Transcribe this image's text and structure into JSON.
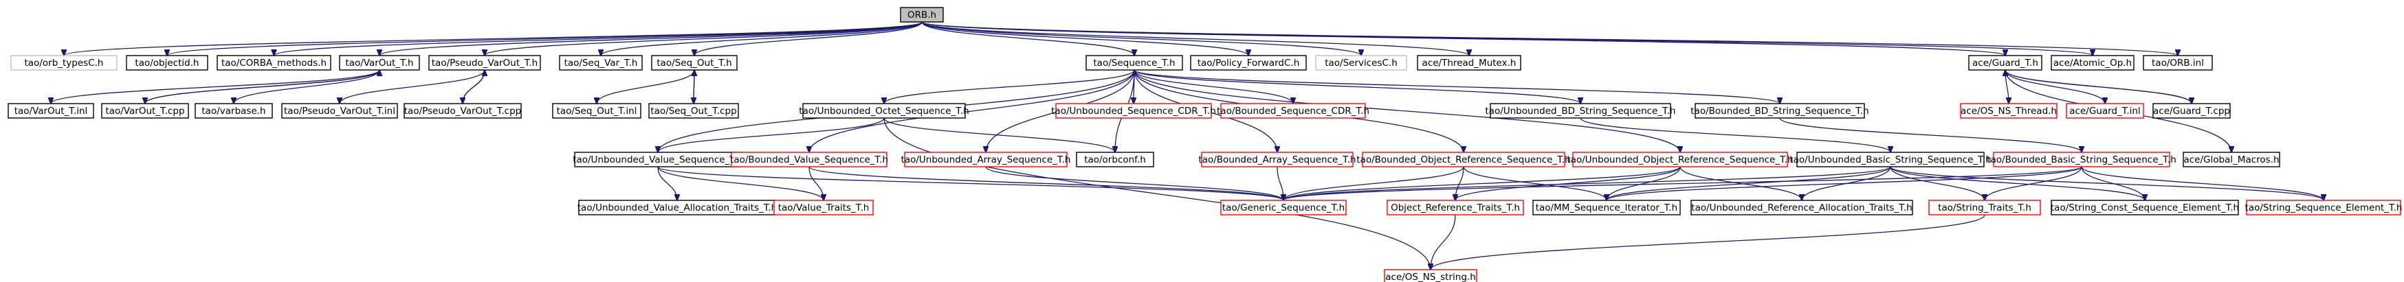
{
  "diagram": {
    "style": {
      "edge_color": "#191970",
      "node_border": "#000000",
      "missing_node_border": "#ff0000",
      "root_fill": "#bfbfbf",
      "unlinked_border": "#bfbfbf"
    },
    "nodes": {
      "orb_h": "ORB.h",
      "tao_orb_typesc_h": "tao/orb_typesC.h",
      "tao_objectid_h": "tao/objectid.h",
      "tao_corba_methods_h": "tao/CORBA_methods.h",
      "tao_varout_t_h": "tao/VarOut_T.h",
      "tao_pseudo_varout_t_h": "tao/Pseudo_VarOut_T.h",
      "tao_seq_var_t_h": "tao/Seq_Var_T.h",
      "tao_seq_out_t_h": "tao/Seq_Out_T.h",
      "tao_sequence_t_h": "tao/Sequence_T.h",
      "tao_policy_forwardc_h": "tao/Policy_ForwardC.h",
      "tao_servicesc_h": "tao/ServicesC.h",
      "ace_thread_mutex_h": "ace/Thread_Mutex.h",
      "ace_guard_t_h": "ace/Guard_T.h",
      "ace_atomic_op_h": "ace/Atomic_Op.h",
      "tao_orb_inl": "tao/ORB.inl",
      "tao_varout_t_inl": "tao/VarOut_T.inl",
      "tao_varout_t_cpp": "tao/VarOut_T.cpp",
      "tao_varbase_h": "tao/varbase.h",
      "tao_pseudo_varout_t_inl": "tao/Pseudo_VarOut_T.inl",
      "tao_pseudo_varout_t_cpp": "tao/Pseudo_VarOut_T.cpp",
      "tao_seq_out_t_inl": "tao/Seq_Out_T.inl",
      "tao_seq_out_t_cpp": "tao/Seq_Out_T.cpp",
      "tao_unbounded_octet_sequence_t_h": "tao/Unbounded_Octet_Sequence_T.h",
      "tao_unbounded_sequence_cdr_t_h": "tao/Unbounded_Sequence_CDR_T.h",
      "tao_bounded_sequence_cdr_t_h": "tao/Bounded_Sequence_CDR_T.h",
      "tao_unbounded_bd_string_sequence_t_h": "tao/Unbounded_BD_String_Sequence_T.h",
      "tao_bounded_bd_string_sequence_t_h": "tao/Bounded_BD_String_Sequence_T.h",
      "ace_os_ns_thread_h": "ace/OS_NS_Thread.h",
      "ace_guard_t_inl": "ace/Guard_T.inl",
      "ace_guard_t_cpp": "ace/Guard_T.cpp",
      "tao_orbconf_h": "tao/orbconf.h",
      "tao_unbounded_value_sequence_t_h": "tao/Unbounded_Value_Sequence_T.h",
      "tao_bounded_value_sequence_t_h": "tao/Bounded_Value_Sequence_T.h",
      "tao_unbounded_array_sequence_t_h": "tao/Unbounded_Array_Sequence_T.h",
      "tao_bounded_array_sequence_t_h": "tao/Bounded_Array_Sequence_T.h",
      "tao_bounded_object_reference_sequence_t_h": "tao/Bounded_Object_Reference_Sequence_T.h",
      "tao_unbounded_object_reference_sequence_t_h": "tao/Unbounded_Object_Reference_Sequence_T.h",
      "tao_unbounded_basic_string_sequence_t_h": "tao/Unbounded_Basic_String_Sequence_T.h",
      "tao_bounded_basic_string_sequence_t_h": "tao/Bounded_Basic_String_Sequence_T.h",
      "ace_global_macros_h": "ace/Global_Macros.h",
      "tao_unbounded_value_allocation_traits_t_h": "tao/Unbounded_Value_Allocation_Traits_T.h",
      "tao_value_traits_t_h": "tao/Value_Traits_T.h",
      "tao_generic_sequence_t_h": "tao/Generic_Sequence_T.h",
      "object_reference_traits_t_h": "Object_Reference_Traits_T.h",
      "tao_mm_sequence_iterator_t_h": "tao/MM_Sequence_Iterator_T.h",
      "tao_unbounded_reference_allocation_traits_t_h": "tao/Unbounded_Reference_Allocation_Traits_T.h",
      "tao_string_traits_t_h": "tao/String_Traits_T.h",
      "tao_string_const_sequence_element_t_h": "tao/String_Const_Sequence_Element_T.h",
      "tao_string_sequence_element_t_h": "tao/String_Sequence_Element_T.h",
      "ace_os_ns_string_h": "ace/OS_NS_string.h"
    }
  }
}
